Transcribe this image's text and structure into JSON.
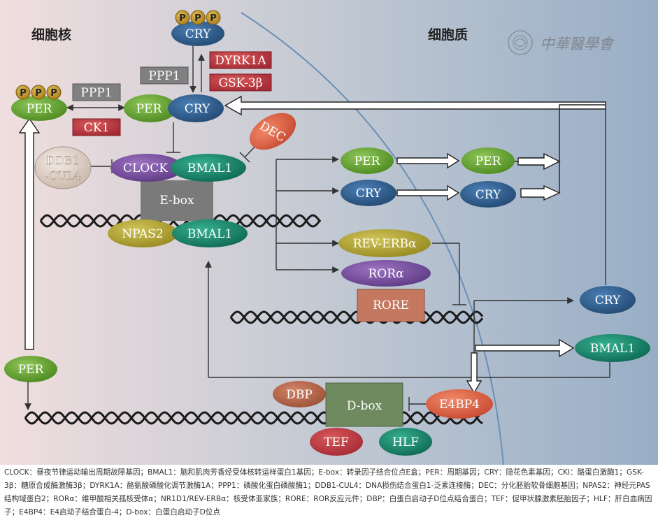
{
  "regions": {
    "nucleus": "细胞核",
    "cytoplasm": "细胞质"
  },
  "watermark": "中華醫學會",
  "phospho": "P",
  "nodes": {
    "cry_top": "CRY",
    "dyrk1a": "DYRK1A",
    "gsk3b": "GSK-3β",
    "ppp1_top": "PPP1",
    "per_left": "PER",
    "ppp1_mid": "PPP1",
    "ck1": "CK1",
    "per_complex": "PER",
    "cry_complex": "CRY",
    "dec": "DEC",
    "ddb1_line1": "DDB1",
    "ddb1_line2": "-CUL4",
    "clock": "CLOCK",
    "bmal1_top": "BMAL1",
    "ebox": "E-box",
    "npas2": "NPAS2",
    "bmal1_low": "BMAL1",
    "per_mid": "PER",
    "cry_mid": "CRY",
    "per_right": "PER",
    "cry_right": "CRY",
    "reverb": "REV-ERBα",
    "rora": "RORα",
    "rore": "RORE",
    "cry_far": "CRY",
    "bmal1_far": "BMAL1",
    "per_bottom": "PER",
    "dbp": "DBP",
    "dbox": "D-box",
    "e4bp4": "E4BP4",
    "tef": "TEF",
    "hlf": "HLF"
  },
  "colors": {
    "green": "#5e9e2c",
    "blue": "#2f5f8f",
    "red": "#b53a44",
    "gray_box": "#7d7d7d",
    "purple": "#7a4fa0",
    "teal": "#17866d",
    "olive": "#b8a93a",
    "orange": "#e2684a",
    "salmon": "#c8745a",
    "phospho": "#c29a2a"
  },
  "legend": "CLOCK：昼夜节律运动输出周期故障基因；BMAL1：脑和肌肉芳香烃受体核转运样蛋白1基因；E-box：转录因子结合位点E盒；PER：周期基因；CRY：隐花色素基因；CKI：酪蛋白激酶1；GSK-3β：糖原合成酶激酶3β；DYRK1A：酪氨酸磷酸化调节激酶1A；PPP1：磷酸化蛋白磷酸酶1；DDB1-CUL4：DNA损伤结合蛋白1-泛素连接酶；DEC：分化胚胎软骨细胞基因；NPAS2：神经元PAS结构域蛋白2；RORα：维甲酸相关孤核受体α；NR1D1/REV-ERBα：核受体亚家族；RORE：ROR反应元件；DBP：白蛋白启动子D位点结合蛋白；TEF：促甲状腺激素胚胎因子；HLF：肝白血病因子；E4BP4：E4启动子结合蛋白-4；D-box：白蛋白启动子D位点"
}
